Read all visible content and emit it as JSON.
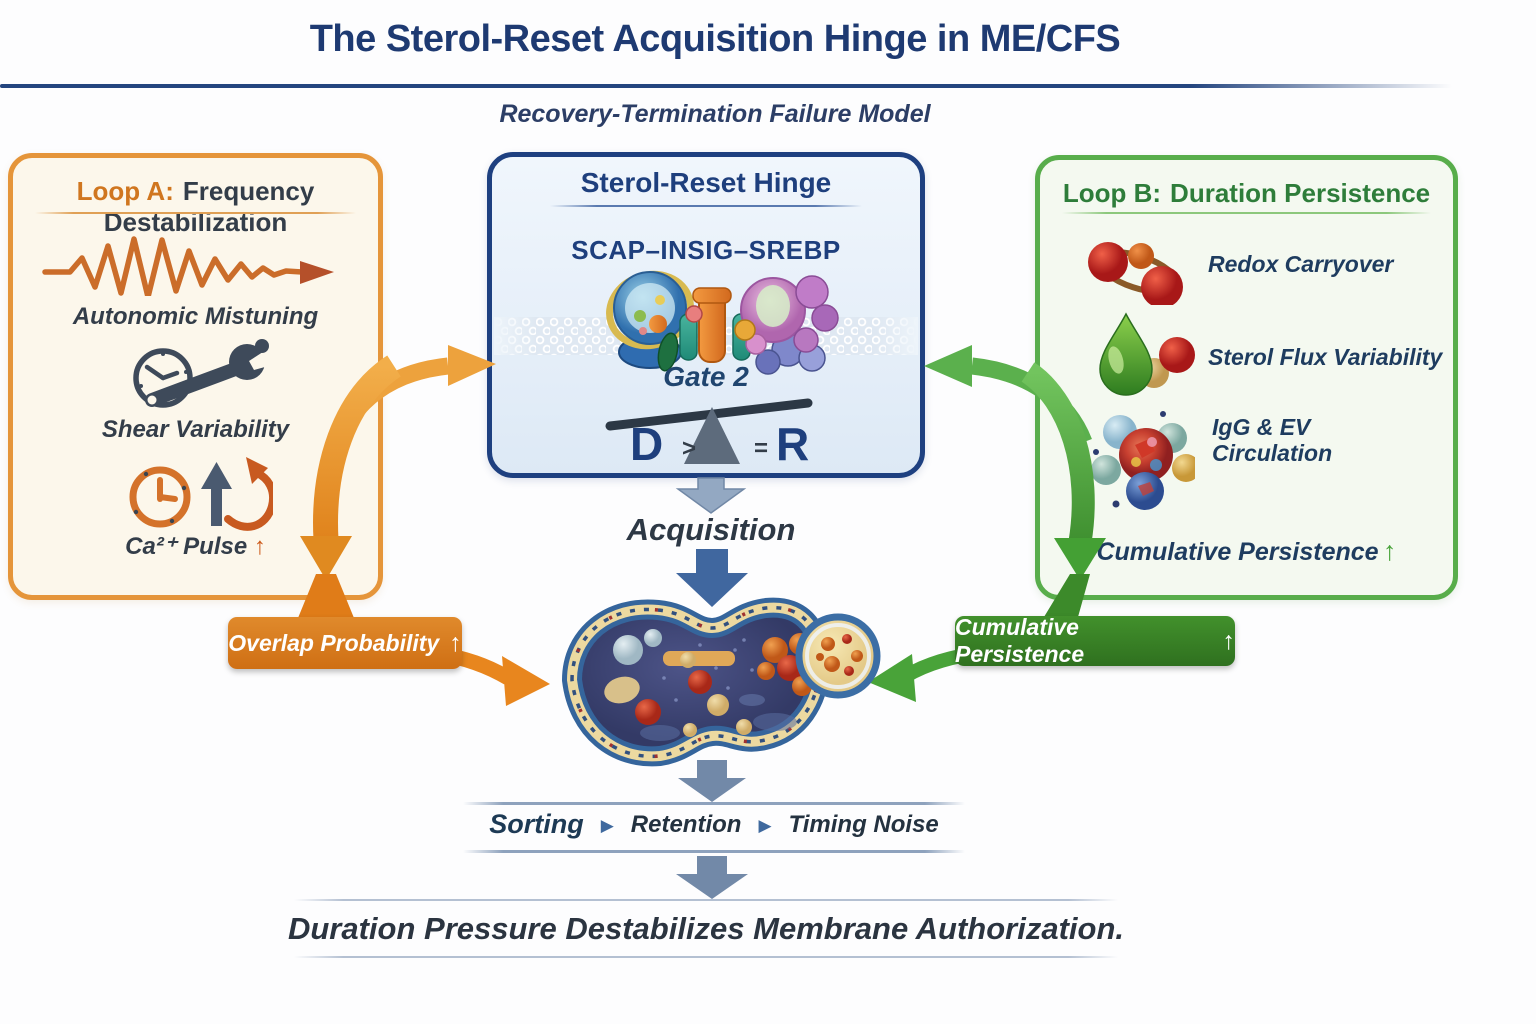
{
  "header": {
    "title": "The Sterol-Reset Acquisition Hinge in ME/CFS",
    "subtitle": "Recovery-Termination Failure Model"
  },
  "loop_a": {
    "header_prefix": "Loop A:",
    "header_rest": "Frequency Destabilization",
    "items": [
      {
        "label": "Autonomic Mistuning",
        "icon": "frequency-waveform-arrow-icon"
      },
      {
        "label": "Shear Variability",
        "icon": "clock-wrench-icon"
      },
      {
        "label": "Ca²⁺ Pulse",
        "arrow": "↑",
        "icon": "clock-up-arrows-icon"
      }
    ]
  },
  "hinge": {
    "title": "Sterol-Reset Hinge",
    "complex": "SCAP–INSIG–SREBP",
    "gate": "Gate 2",
    "balance": {
      "left": "D",
      "op_left": ">",
      "op_right": "=",
      "right": "R"
    }
  },
  "loop_b": {
    "header_prefix": "Loop B:",
    "header_rest": "Duration Persistence",
    "items": [
      {
        "label": "Redox Carryover",
        "icon": "redox-molecule-icon"
      },
      {
        "label": "Sterol Flux Variability",
        "icon": "sterol-droplet-icon"
      },
      {
        "label": "IgG & EV Circulation",
        "icon": "igg-ev-cluster-icon"
      },
      {
        "label": "Cumulative Persistence",
        "arrow": "↑"
      }
    ]
  },
  "flow": {
    "acquisition": "Acquisition",
    "steps": [
      "Sorting",
      "Retention",
      "Timing Noise"
    ],
    "step_separator": "▶",
    "caption": "Duration Pressure Destabilizes Membrane Authorization."
  },
  "tags": {
    "overlap": {
      "label": "Overlap Probability",
      "arrow": "↑"
    },
    "cumulative": {
      "label": "Cumulative Persistence",
      "arrow": "↑"
    }
  },
  "colors": {
    "title_navy": "#1e3a72",
    "loop_a_orange": "#d0761f",
    "loop_a_border": "#e5953a",
    "dark_slate": "#333d49",
    "hinge_navy": "#1e3f7d",
    "hinge_border": "#1e4080",
    "loop_b_green": "#2e7d3a",
    "loop_b_border": "#58ad4b",
    "item_navy": "#1e3c5f",
    "tag_orange": "#d4731a",
    "tag_green": "#3a7d23",
    "steel_arrow": "#7289a8",
    "deep_blue_arrow": "#3f66a0",
    "orange_arrow": "#eda23d",
    "green_arrow": "#5bb04d",
    "red_orange_accent": "#cc5a1a"
  }
}
